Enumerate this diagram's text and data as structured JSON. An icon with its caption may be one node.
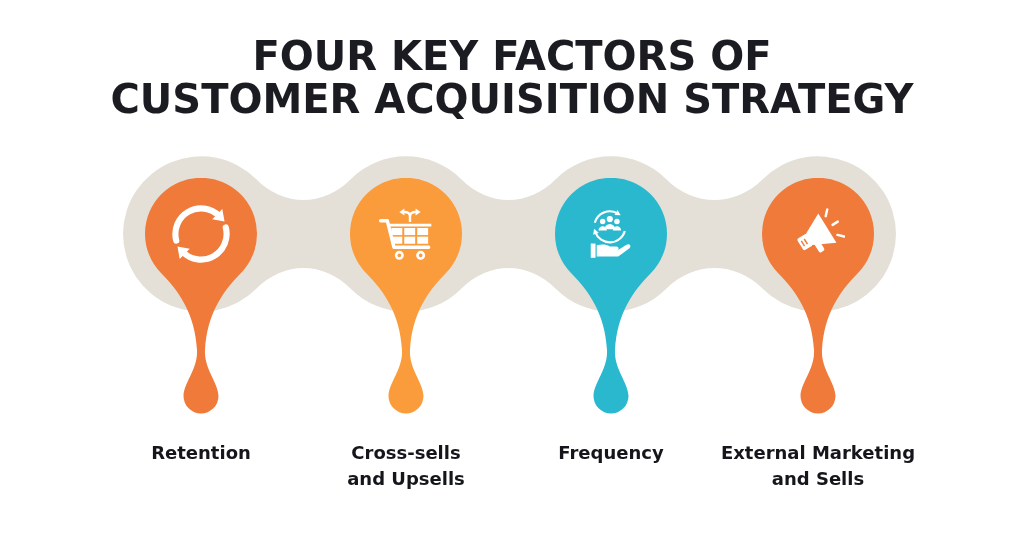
{
  "diagram": {
    "title": "FOUR KEY FACTORS OF CUSTOMER ACQUISITION STRATEGY",
    "nodes": [
      {
        "text": [
          "Retention"
        ]
      },
      {
        "text": [
          "Cross-sells and Upsells"
        ]
      },
      {
        "text": [
          "Frequency"
        ]
      },
      {
        "text": [
          "External Marketing and Sells"
        ]
      }
    ]
  }
}
